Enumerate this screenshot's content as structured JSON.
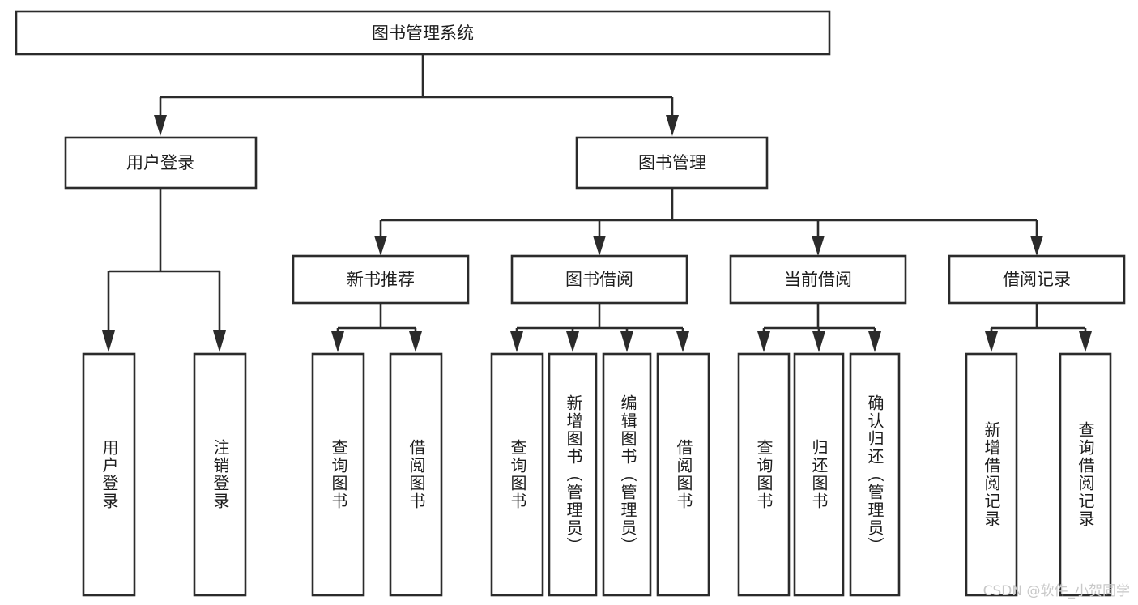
{
  "diagram": {
    "type": "tree-hierarchy-chart",
    "title": "图书管理系统",
    "background_color": "#ffffff",
    "line_color": "#2b2b2b",
    "box_fill": "#ffffff",
    "levels": {
      "root": {
        "id": "root",
        "label": "图书管理系统",
        "orientation": "horizontal"
      },
      "level2": [
        {
          "id": "user-login",
          "label": "用户登录",
          "orientation": "horizontal"
        },
        {
          "id": "book-management",
          "label": "图书管理",
          "orientation": "horizontal"
        }
      ],
      "level3": [
        {
          "id": "new-book-recommend",
          "label": "新书推荐",
          "orientation": "horizontal",
          "parent": "book-management"
        },
        {
          "id": "book-borrow",
          "label": "图书借阅",
          "orientation": "horizontal",
          "parent": "book-management"
        },
        {
          "id": "current-borrow",
          "label": "当前借阅",
          "orientation": "horizontal",
          "parent": "book-management"
        },
        {
          "id": "borrow-record",
          "label": "借阅记录",
          "orientation": "horizontal",
          "parent": "book-management"
        }
      ],
      "leaves": [
        {
          "id": "leaf-user-login",
          "label": "用户登录",
          "orientation": "vertical",
          "parent": "user-login"
        },
        {
          "id": "leaf-logout-login",
          "label": "注销登录",
          "orientation": "vertical",
          "parent": "user-login"
        },
        {
          "id": "leaf-query-book-1",
          "label": "查询图书",
          "orientation": "vertical",
          "parent": "new-book-recommend"
        },
        {
          "id": "leaf-borrow-book-1",
          "label": "借阅图书",
          "orientation": "vertical",
          "parent": "new-book-recommend"
        },
        {
          "id": "leaf-query-book-2",
          "label": "查询图书",
          "orientation": "vertical",
          "parent": "book-borrow"
        },
        {
          "id": "leaf-add-book-admin",
          "label": "新增图书（管理员）",
          "orientation": "vertical",
          "parent": "book-borrow"
        },
        {
          "id": "leaf-edit-book-admin",
          "label": "编辑图书（管理员）",
          "orientation": "vertical",
          "parent": "book-borrow"
        },
        {
          "id": "leaf-borrow-book-2",
          "label": "借阅图书",
          "orientation": "vertical",
          "parent": "book-borrow"
        },
        {
          "id": "leaf-query-book-3",
          "label": "查询图书",
          "orientation": "vertical",
          "parent": "current-borrow"
        },
        {
          "id": "leaf-return-book",
          "label": "归还图书",
          "orientation": "vertical",
          "parent": "current-borrow"
        },
        {
          "id": "leaf-confirm-return-admin",
          "label": "确认归还（管理员）",
          "orientation": "vertical",
          "parent": "current-borrow"
        },
        {
          "id": "leaf-add-borrow-record",
          "label": "新增借阅记录",
          "orientation": "vertical",
          "parent": "borrow-record"
        },
        {
          "id": "leaf-query-borrow-record",
          "label": "查询借阅记录",
          "orientation": "vertical",
          "parent": "borrow-record"
        }
      ]
    }
  },
  "watermark": {
    "text": "CSDN @软件_小贺同学",
    "color": "#c8c8c8"
  }
}
